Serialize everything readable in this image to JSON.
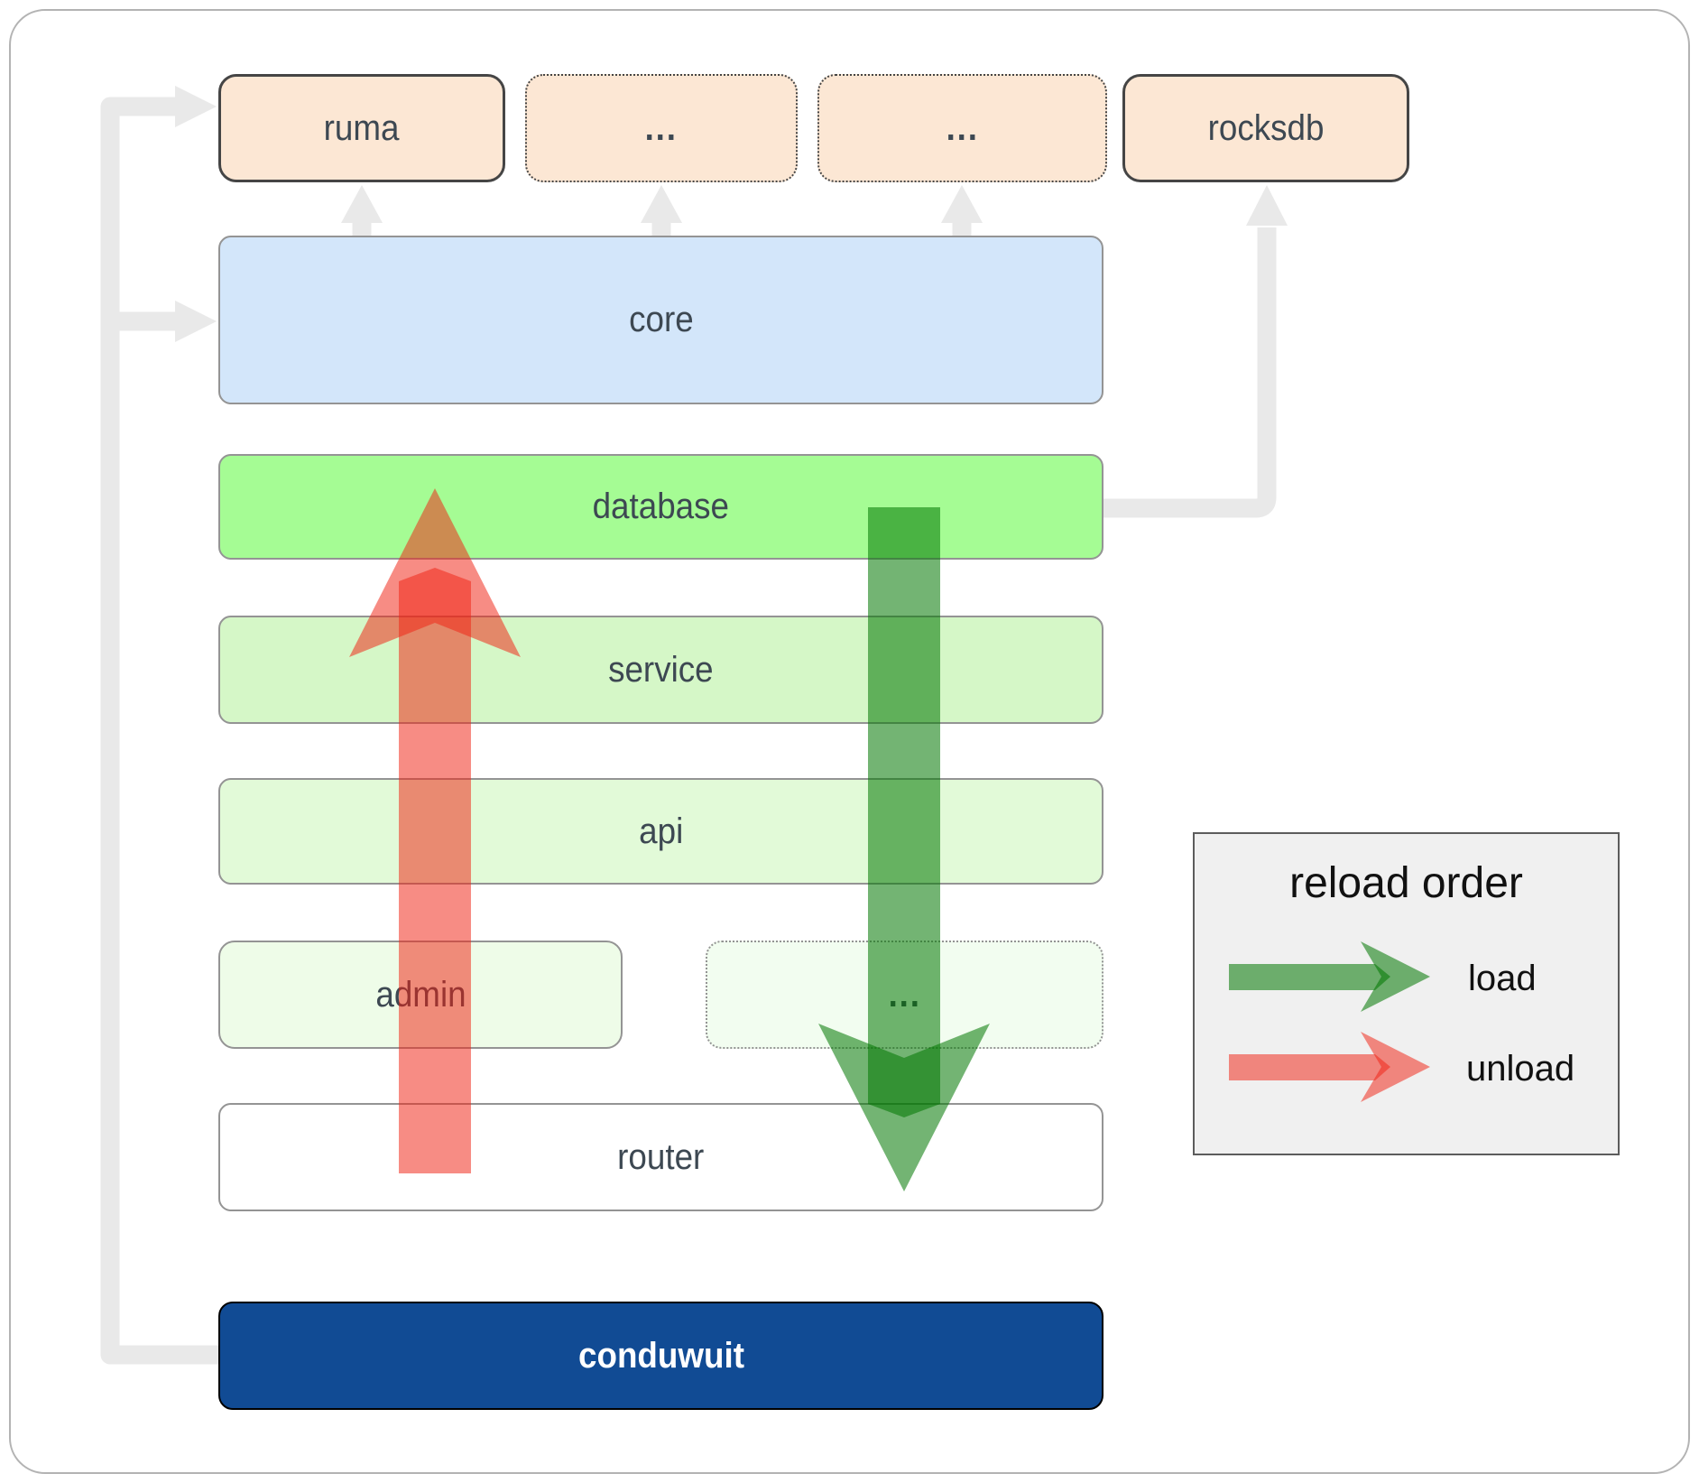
{
  "nodes": {
    "ruma": "ruma",
    "top_more_1": "...",
    "top_more_2": "...",
    "rocksdb": "rocksdb",
    "core": "core",
    "database": "database",
    "service": "service",
    "api": "api",
    "admin": "admin",
    "admin_more": "...",
    "router": "router",
    "conduwuit": "conduwuit"
  },
  "legend": {
    "title": "reload order",
    "load_label": "load",
    "unload_label": "unload"
  },
  "colors": {
    "peach_fill": "#fce7d4",
    "peach_border": "#454545",
    "core_fill": "#d3e6fa",
    "box_border": "#949494",
    "database_fill": "#a5fc94",
    "service_fill": "#d5f7c7",
    "api_fill": "#e2fad8",
    "admin_fill": "#eefce8",
    "admin_more_fill": "#f2fdf0",
    "router_fill": "#ffffff",
    "conduwuit_fill": "#114b94",
    "conduwuit_border": "#000000",
    "conduwuit_text": "#ffffff",
    "label_text": "#3d4852",
    "legend_bg": "#f0f0f0",
    "legend_border": "#5c5c5c",
    "legend_text": "#111111",
    "load_green": "rgba(0,118,0,0.55)",
    "unload_red": "rgba(240,35,20,0.52)",
    "connector_gray": "#e9e9e9",
    "frame_border": "#b3b3b3"
  }
}
